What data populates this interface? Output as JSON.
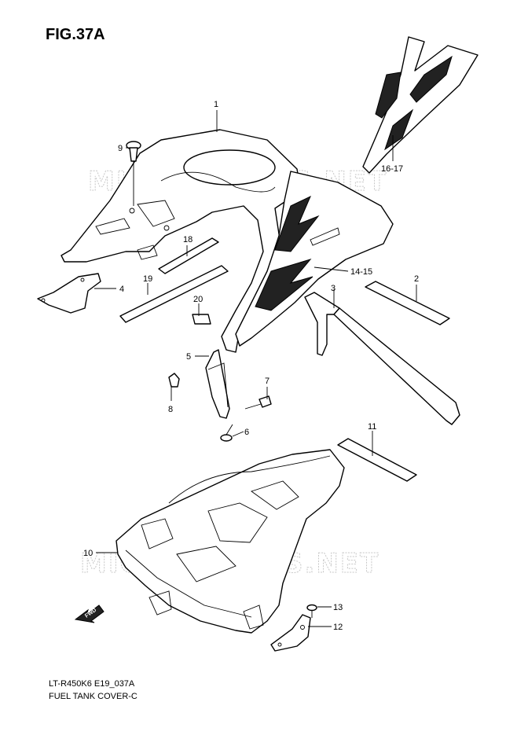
{
  "figure": {
    "title": "FIG.37A"
  },
  "watermarks": [
    "MICROFICHES.NET",
    "MICROFICHES.NET"
  ],
  "fwd_label": "FWD",
  "callouts": [
    {
      "id": "1",
      "label": "1"
    },
    {
      "id": "2",
      "label": "2"
    },
    {
      "id": "3",
      "label": "3"
    },
    {
      "id": "4",
      "label": "4"
    },
    {
      "id": "5",
      "label": "5"
    },
    {
      "id": "6",
      "label": "6"
    },
    {
      "id": "7",
      "label": "7"
    },
    {
      "id": "8",
      "label": "8"
    },
    {
      "id": "9",
      "label": "9"
    },
    {
      "id": "10",
      "label": "10"
    },
    {
      "id": "11",
      "label": "11"
    },
    {
      "id": "12",
      "label": "12"
    },
    {
      "id": "13",
      "label": "13"
    },
    {
      "id": "14-15",
      "label": "14-15"
    },
    {
      "id": "16-17",
      "label": "16-17"
    },
    {
      "id": "18",
      "label": "18"
    },
    {
      "id": "19",
      "label": "19"
    },
    {
      "id": "20",
      "label": "20"
    }
  ],
  "footer": {
    "model_code": "LT-R450K6 E19_037A",
    "caption": "FUEL TANK COVER-C"
  }
}
